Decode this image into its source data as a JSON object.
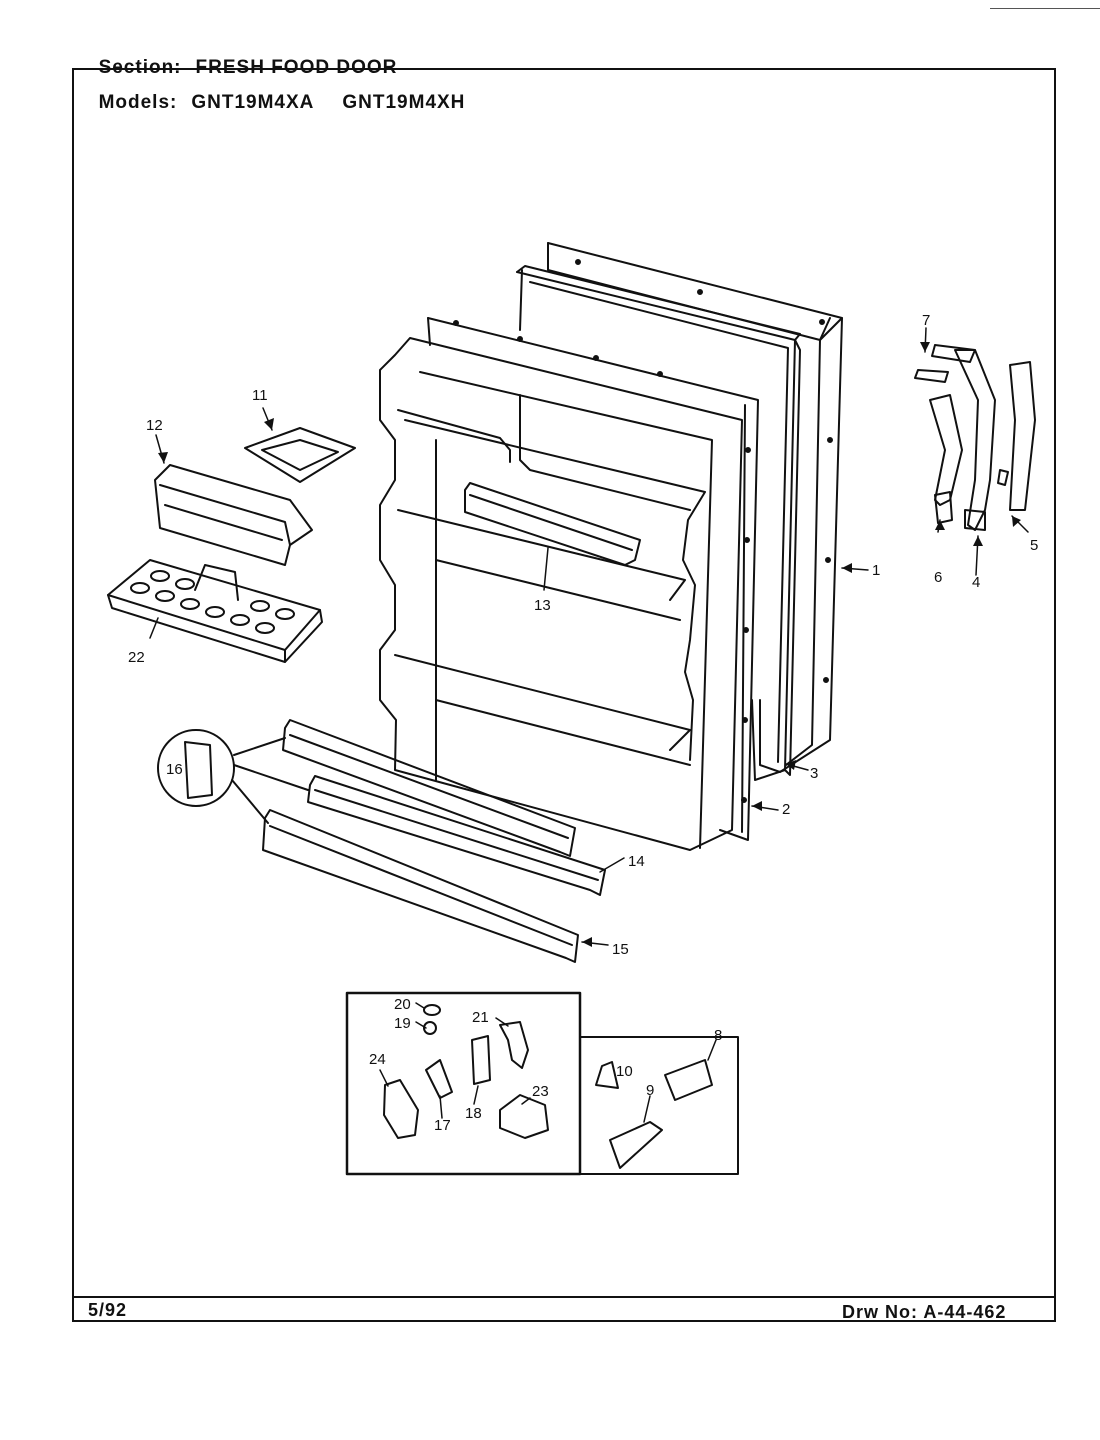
{
  "header": {
    "section_label": "Section:",
    "section_value": "FRESH FOOD DOOR",
    "models_label": "Models:",
    "model_1": "GNT19M4XA",
    "model_2": "GNT19M4XH"
  },
  "footer": {
    "date": "5/92",
    "drawing_number": "Drw No: A-44-462"
  },
  "callouts": {
    "c1": "1",
    "c2": "2",
    "c3": "3",
    "c4": "4",
    "c5": "5",
    "c6": "6",
    "c7": "7",
    "c8": "8",
    "c9": "9",
    "c10": "10",
    "c11": "11",
    "c12": "12",
    "c13": "13",
    "c14": "14",
    "c15": "15",
    "c16": "16",
    "c17": "17",
    "c18": "18",
    "c19": "19",
    "c20": "20",
    "c21": "21",
    "c22": "22",
    "c23": "23",
    "c24": "24"
  }
}
